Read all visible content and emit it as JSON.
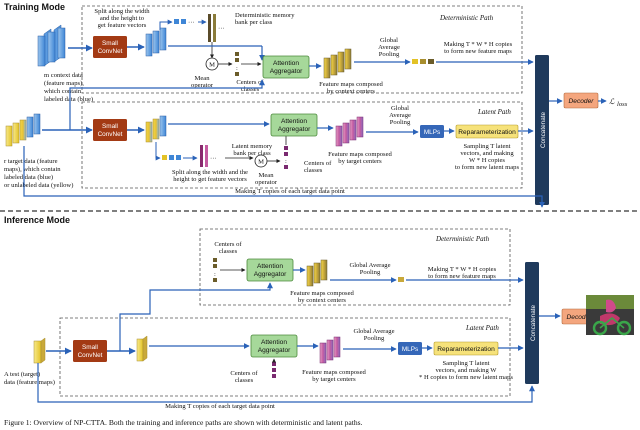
{
  "modes": {
    "training": "Training Mode",
    "inference": "Inference Mode"
  },
  "paths": {
    "deterministic": "Deterministic Path",
    "latent": "Latent Path"
  },
  "blocks": {
    "small_convnet_l1": "Small",
    "small_convnet_l2": "ConvNet",
    "attention_l1": "Attention",
    "attention_l2": "Aggregator",
    "mlps": "MLPs",
    "reparam": "Reparameterization",
    "concatenate": "Concatenate",
    "decoder": "Decoder",
    "mean_op": "M",
    "loss": "ℒ",
    "loss_sub": "loss"
  },
  "training": {
    "split_det": [
      "Split along the width",
      "and the height to",
      "get feature vectors"
    ],
    "det_bank": [
      "Deterministic memory",
      "bank per class"
    ],
    "mean_op": [
      "Mean",
      "operator"
    ],
    "centers": [
      "Centers of",
      "classes"
    ],
    "gap": [
      "Global",
      "Average",
      "Pooling"
    ],
    "feat_context": [
      "Feature maps composed",
      "by context centers"
    ],
    "copies": [
      "Making T * W * H  copies",
      "to form new feature maps"
    ],
    "context_data": [
      "m context data",
      "(feature maps),",
      "which contain",
      "labeled data (blue)"
    ],
    "target_data": [
      "r target data (feature",
      "maps), which contain",
      "labeled data (blue)",
      "or unlabeled data (yellow)"
    ],
    "latent_bank": [
      "Latent memory",
      "bank per class"
    ],
    "feat_target": [
      "Feature maps composed",
      "by target centers"
    ],
    "gap_latent": [
      "Global",
      "Average",
      "Pooling"
    ],
    "sampling": [
      "Sampling T  latent",
      "vectors, and making",
      "W * H  copies",
      "to form new latent maps"
    ],
    "split_lat": [
      "Split along the width and the",
      "height to get feature vectors"
    ],
    "copies_target": "Making T copies of each target data point"
  },
  "inference": {
    "centers": [
      "Centers of",
      "classes"
    ],
    "gap": [
      "Global Average",
      "Pooling"
    ],
    "feat_context": [
      "Feature maps composed",
      "by context centers"
    ],
    "copies": [
      "Making  T * W * H  copies",
      "to form new feature maps"
    ],
    "test_data": [
      "A test (target)",
      "data (feature maps)"
    ],
    "gap_latent": [
      "Global Average",
      "Pooling"
    ],
    "centers_lat": [
      "Centers of",
      "classes"
    ],
    "feat_target": [
      "Feature maps composed",
      "by target centers"
    ],
    "sampling": [
      "Sampling T  latent",
      "vectors, and making W",
      "* H  copies to form new latent maps"
    ],
    "copies_target": "Making T copies of each target data point"
  },
  "caption": "Figure 1: Overview of NP-CTTA. Both the training and inference paths are shown with deterministic and latent paths."
}
